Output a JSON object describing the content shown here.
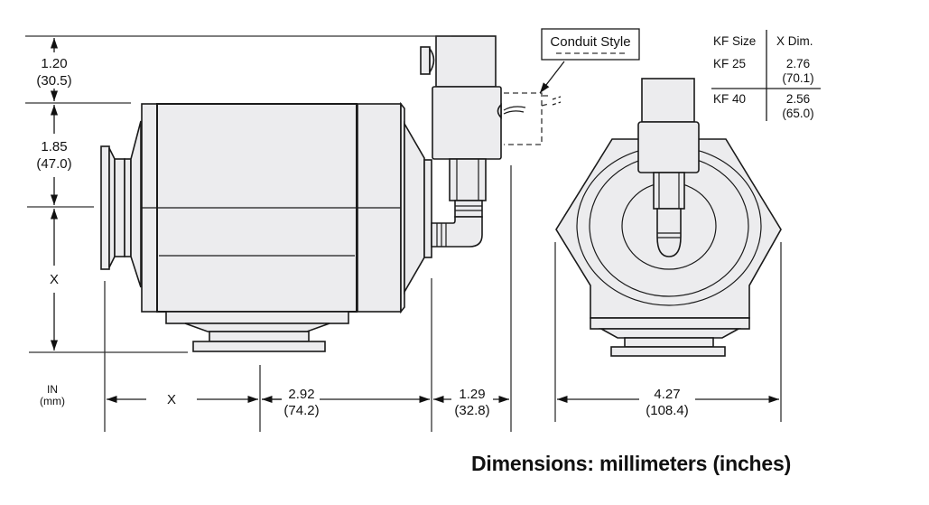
{
  "caption": "Dimensions: millimeters (inches)",
  "units_label": {
    "line1": "IN",
    "line2": "(mm)"
  },
  "dimensions": {
    "top_offset": {
      "in": "1.20",
      "mm": "(30.5)"
    },
    "flange_height": {
      "in": "1.85",
      "mm": "(47.0)"
    },
    "x_vertical": {
      "label": "X"
    },
    "x_horizontal": {
      "label": "X"
    },
    "body_length": {
      "in": "2.92",
      "mm": "(74.2)"
    },
    "connector_depth": {
      "in": "1.29",
      "mm": "(32.8)"
    },
    "front_width": {
      "in": "4.27",
      "mm": "(108.4)"
    }
  },
  "conduit_callout": {
    "label": "Conduit Style"
  },
  "kf_table": {
    "headers": [
      "KF Size",
      "X Dim."
    ],
    "rows": [
      {
        "size": "KF 25",
        "in": "2.76",
        "mm": "(70.1)"
      },
      {
        "size": "KF 40",
        "in": "2.56",
        "mm": "(65.0)"
      }
    ]
  }
}
